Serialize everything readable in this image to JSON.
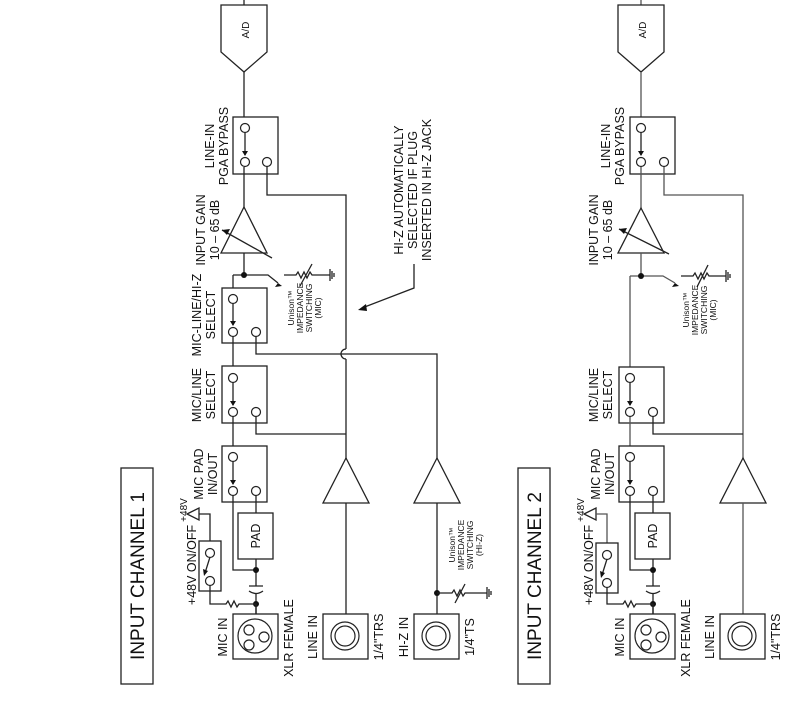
{
  "diagram": {
    "title": "Input channel signal flow block diagram",
    "channels": [
      {
        "id": "ch1",
        "label": "INPUT CHANNEL 1",
        "ad": "A/D",
        "pga_bypass": [
          "LINE-IN",
          "PGA BYPASS"
        ],
        "input_gain": [
          "INPUT GAIN",
          "10 – 65 dB"
        ],
        "mic_line_hiz_select": [
          "MIC-LINE/HI-Z",
          "SELECT"
        ],
        "mic_line_select": [
          "MIC/LINE",
          "SELECT"
        ],
        "mic_pad": [
          "MIC PAD",
          "IN/OUT"
        ],
        "pad": "PAD",
        "phantom_switch": "+48V ON/OFF",
        "phantom_source": "+48V",
        "unison_mic": [
          "Unison™",
          "IMPEDANCE",
          "SWITCHING",
          "(MIC)"
        ],
        "unison_hiz": [
          "Unison™",
          "IMPEDANCE",
          "SWITCHING",
          "(HI-Z)"
        ],
        "mic_in": "MIC IN",
        "xlr": "XLR FEMALE",
        "line_in": "LINE IN",
        "trs": "1/4\"TRS",
        "hiz_in": "HI-Z IN",
        "ts": "1/4\"TS",
        "annotation": [
          "HI-Z AUTOMATICALLY",
          "SELECTED IF PLUG",
          "INSERTED IN HI-Z JACK"
        ]
      },
      {
        "id": "ch2",
        "label": "INPUT CHANNEL 2",
        "ad": "A/D",
        "pga_bypass": [
          "LINE-IN",
          "PGA BYPASS"
        ],
        "input_gain": [
          "INPUT GAIN",
          "10 – 65 dB"
        ],
        "mic_line_select": [
          "MIC/LINE",
          "SELECT"
        ],
        "mic_pad": [
          "MIC PAD",
          "IN/OUT"
        ],
        "pad": "PAD",
        "phantom_switch": "+48V ON/OFF",
        "phantom_source": "+48V",
        "unison_mic": [
          "Unison™",
          "IMPEDANCE",
          "SWITCHING",
          "(MIC)"
        ],
        "mic_in": "MIC IN",
        "xlr": "XLR FEMALE",
        "line_in": "LINE IN",
        "trs": "1/4\"TRS"
      }
    ]
  }
}
